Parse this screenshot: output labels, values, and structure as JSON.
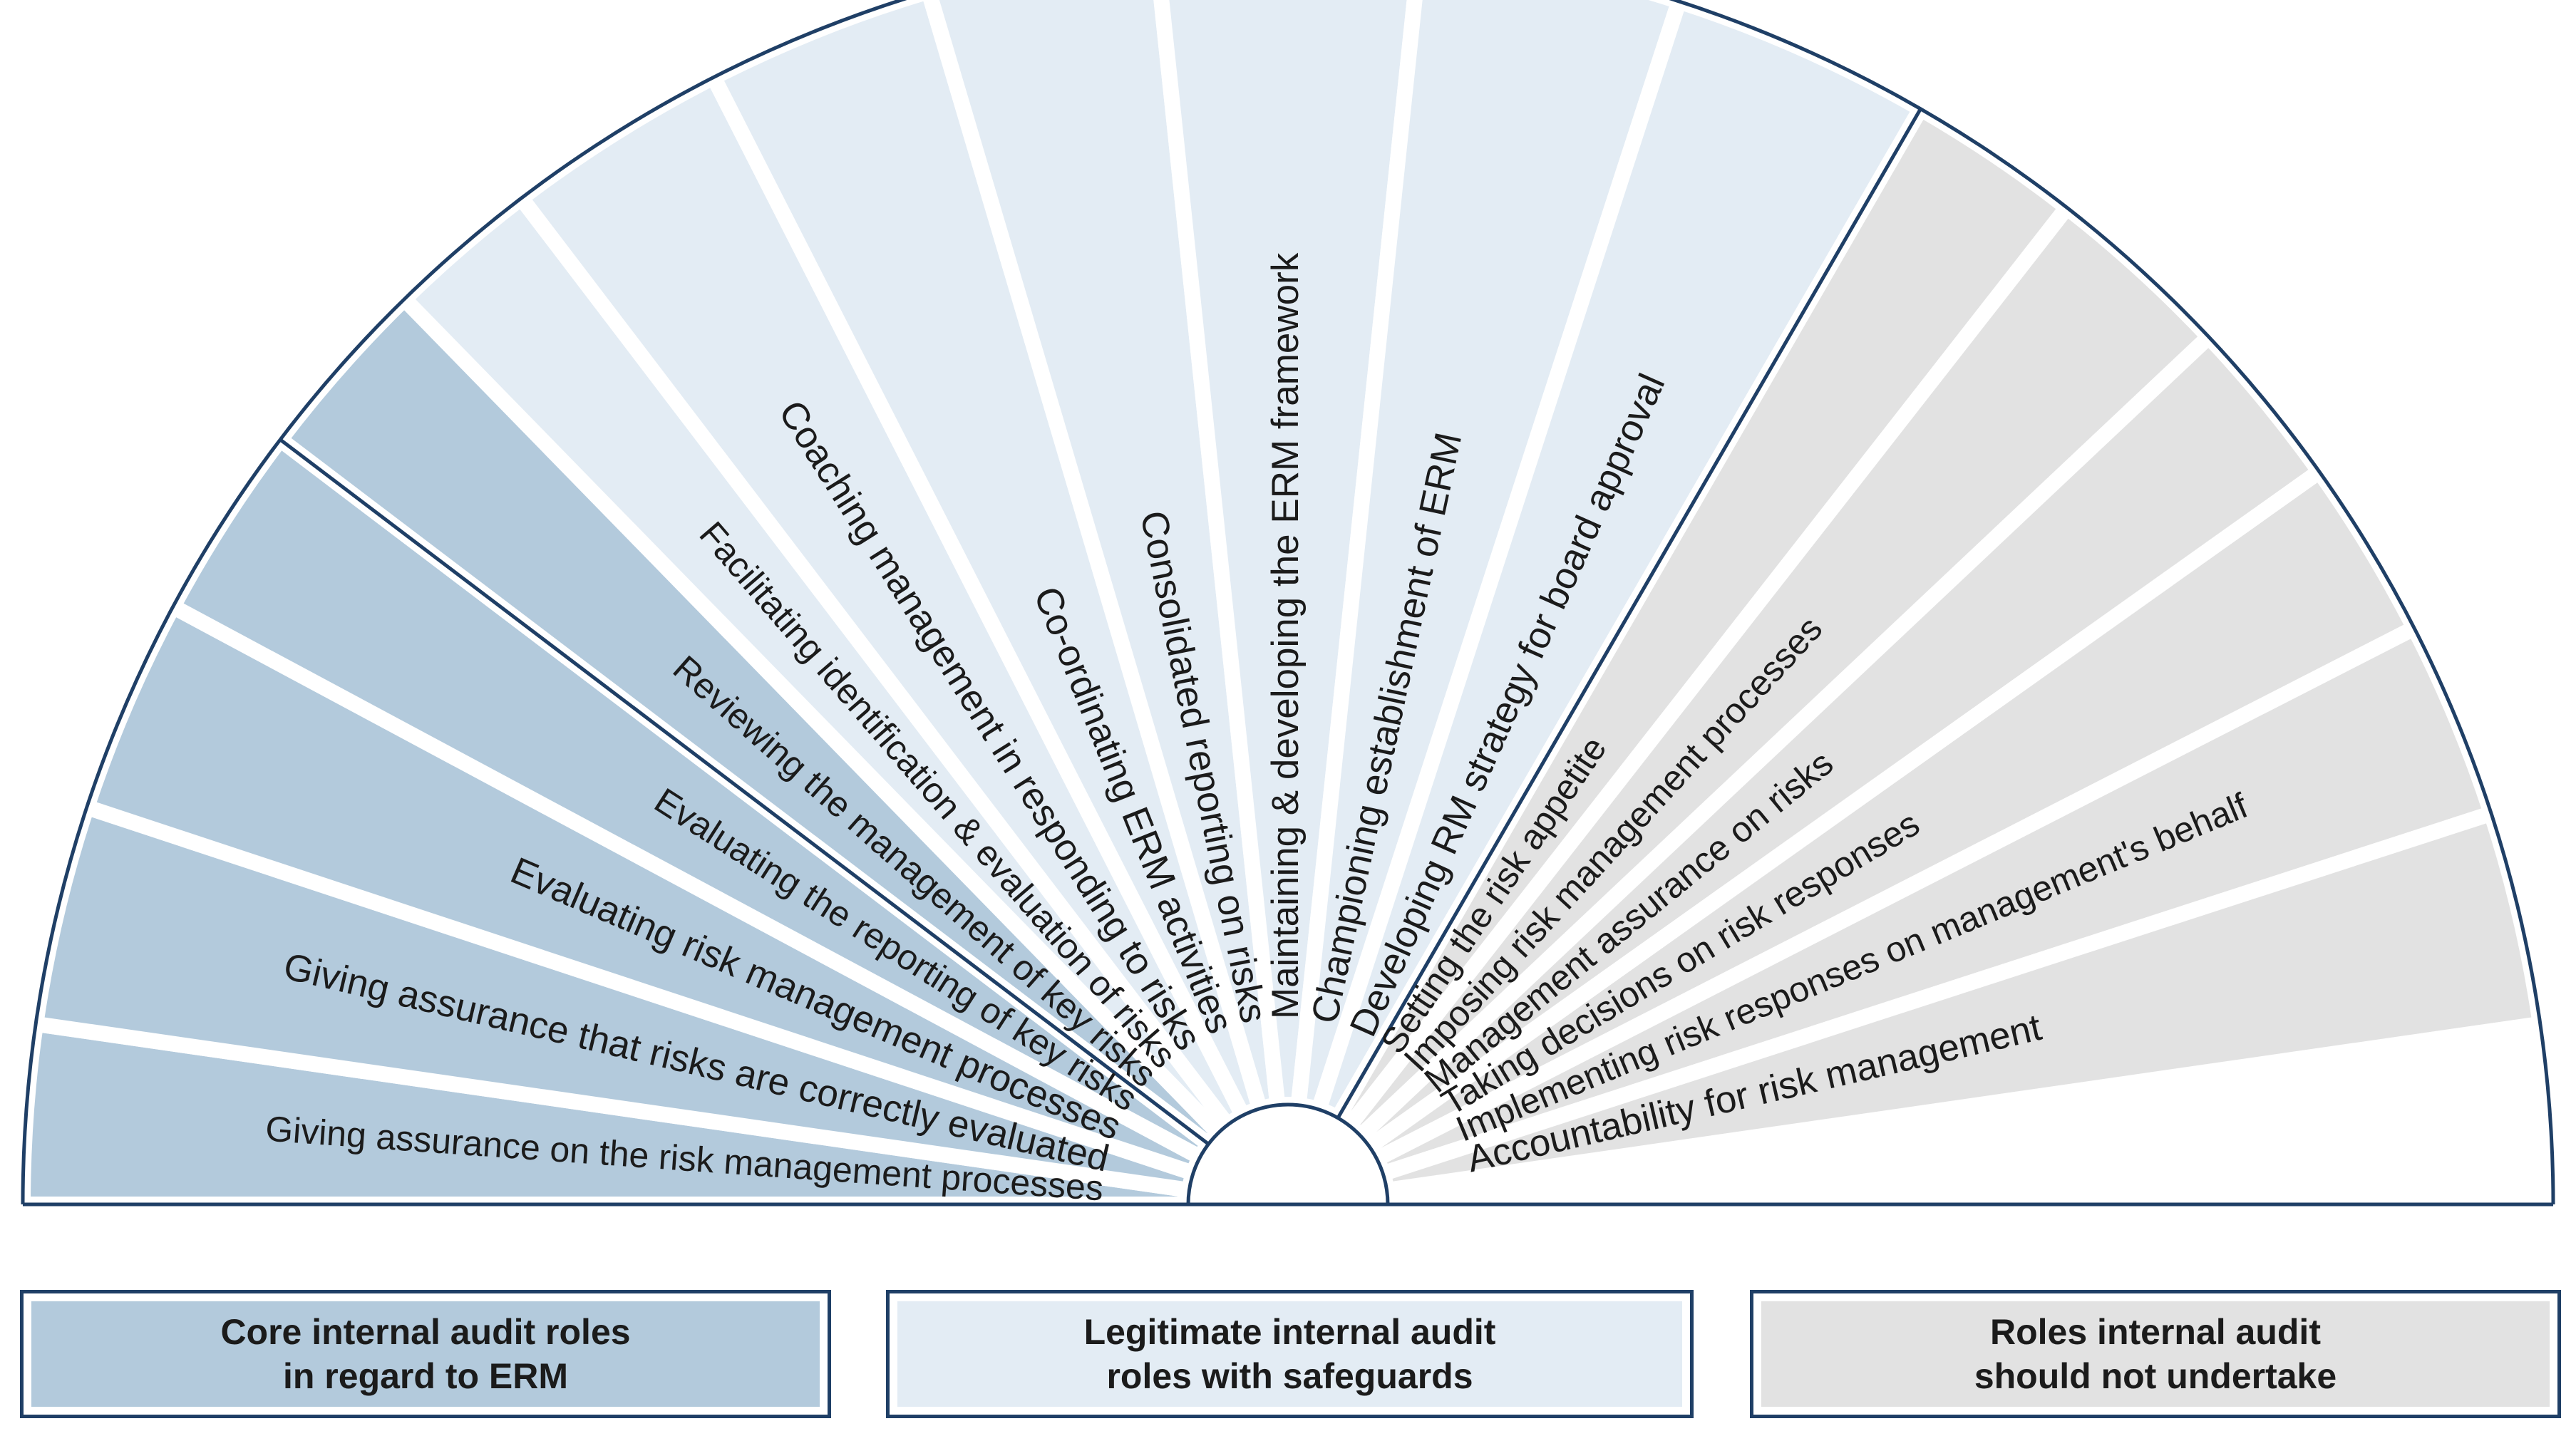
{
  "colors": {
    "core": "#b3cadc",
    "legitimate": "#e3ecf4",
    "not_undertake": "#e2e2e2",
    "divider": "#1f3f66",
    "text": "#1b1b1b"
  },
  "groups": {
    "core": {
      "legend": "Core internal audit roles\nin regard to ERM",
      "roles": [
        "Giving assurance on the risk management processes",
        "Giving assurance that risks are correctly evaluated",
        "Evaluating risk management processes",
        "Evaluating the reporting of key risks",
        "Reviewing the management of key risks"
      ]
    },
    "legitimate": {
      "legend": "Legitimate internal audit\nroles with safeguards",
      "roles": [
        "Facilitating identification & evaluation of risks",
        "Coaching management in responding to risks",
        "Co-ordinating ERM activities",
        "Consolidated reporting on risks",
        "Maintaining & developing the ERM framework",
        "Championing establishment of ERM",
        "Developing RM strategy for board approval"
      ]
    },
    "not_undertake": {
      "legend": "Roles internal audit\nshould not undertake",
      "roles": [
        "Setting  the risk appetite",
        "Imposing risk management processes",
        "Management assurance on risks",
        "Taking decisions on risk responses",
        "Implementing risk responses on management's behalf",
        "Accountability for risk management"
      ]
    }
  }
}
